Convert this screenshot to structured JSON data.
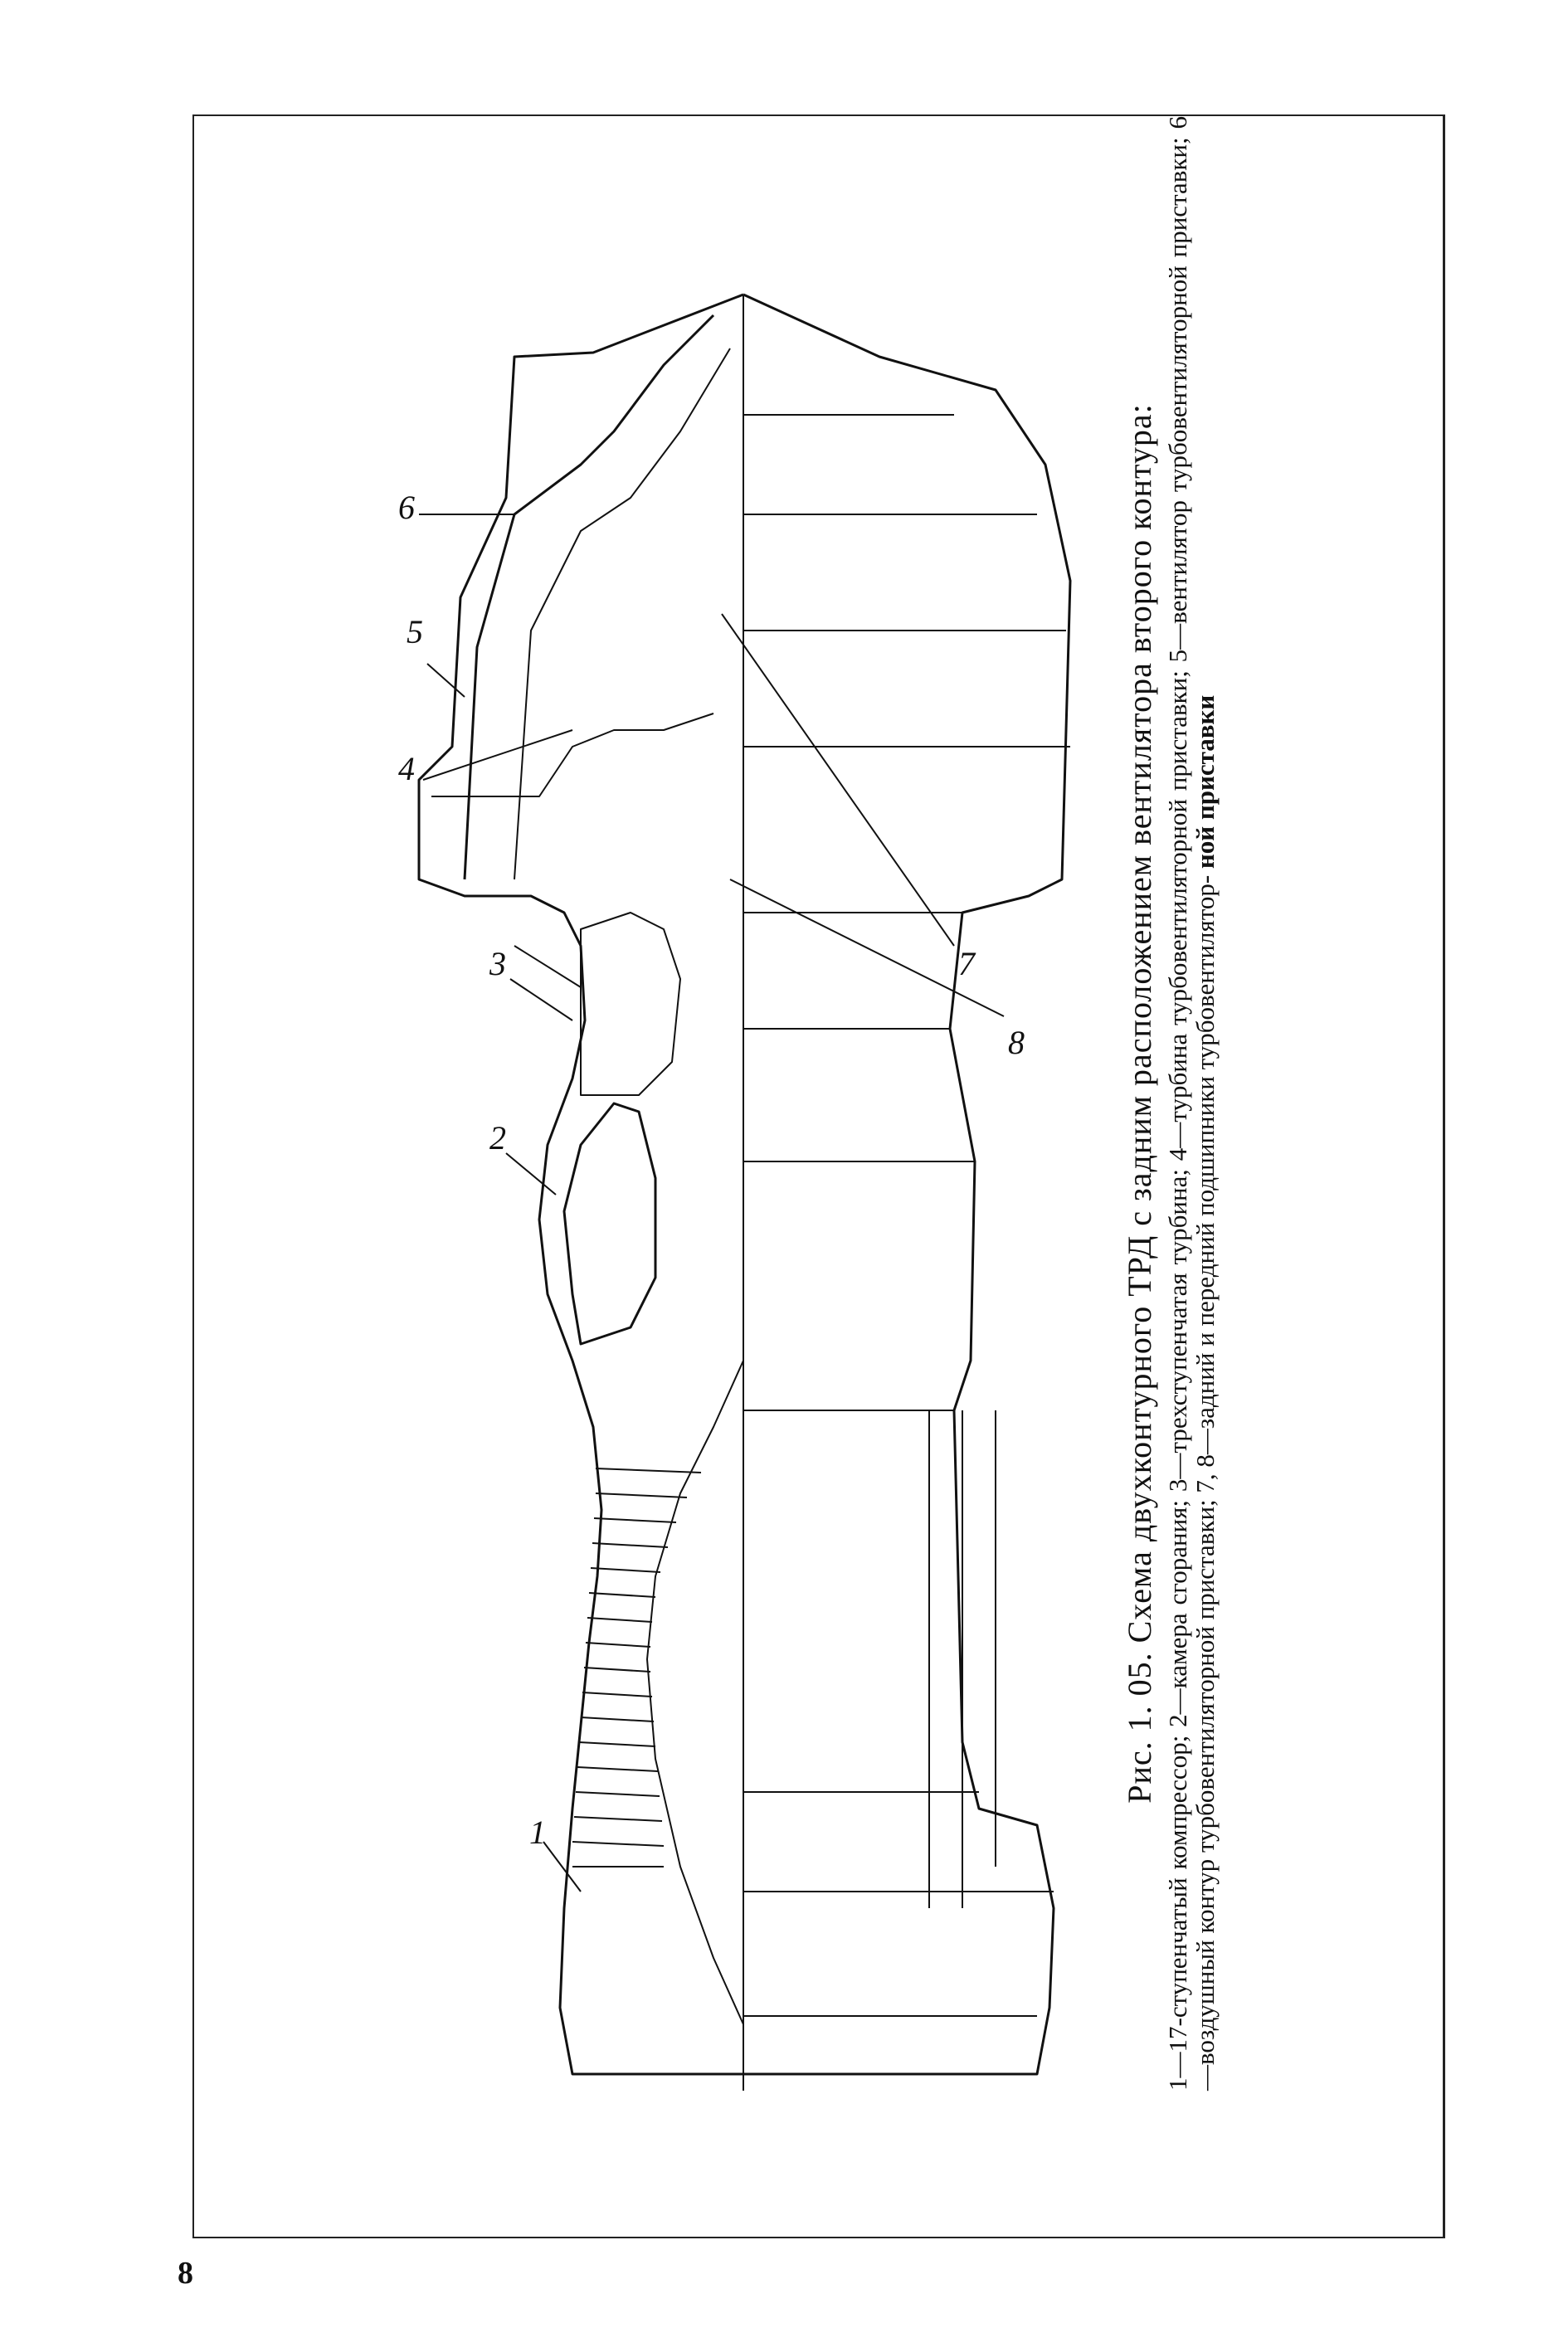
{
  "figure": {
    "title": "Рис. 1. 05. Схема двухконтурного ТРД с задним расположением вентилятора второго контура:",
    "legend_text": "1—17-ступенчатый компрессор; 2—камера сгорания; 3—трехступенчатая турбина; 4—турбина турбовентиляторной приставки; 5—вентилятор турбовентиляторной приставки; 6—воздушный контур турбовентиляторной приставки; 7, 8—задний и передний подшипники турбовентилятор-",
    "legend_tail": "ной приставки",
    "labels": [
      "1",
      "2",
      "3",
      "4",
      "5",
      "6",
      "7",
      "8"
    ]
  },
  "page_number": "8"
}
